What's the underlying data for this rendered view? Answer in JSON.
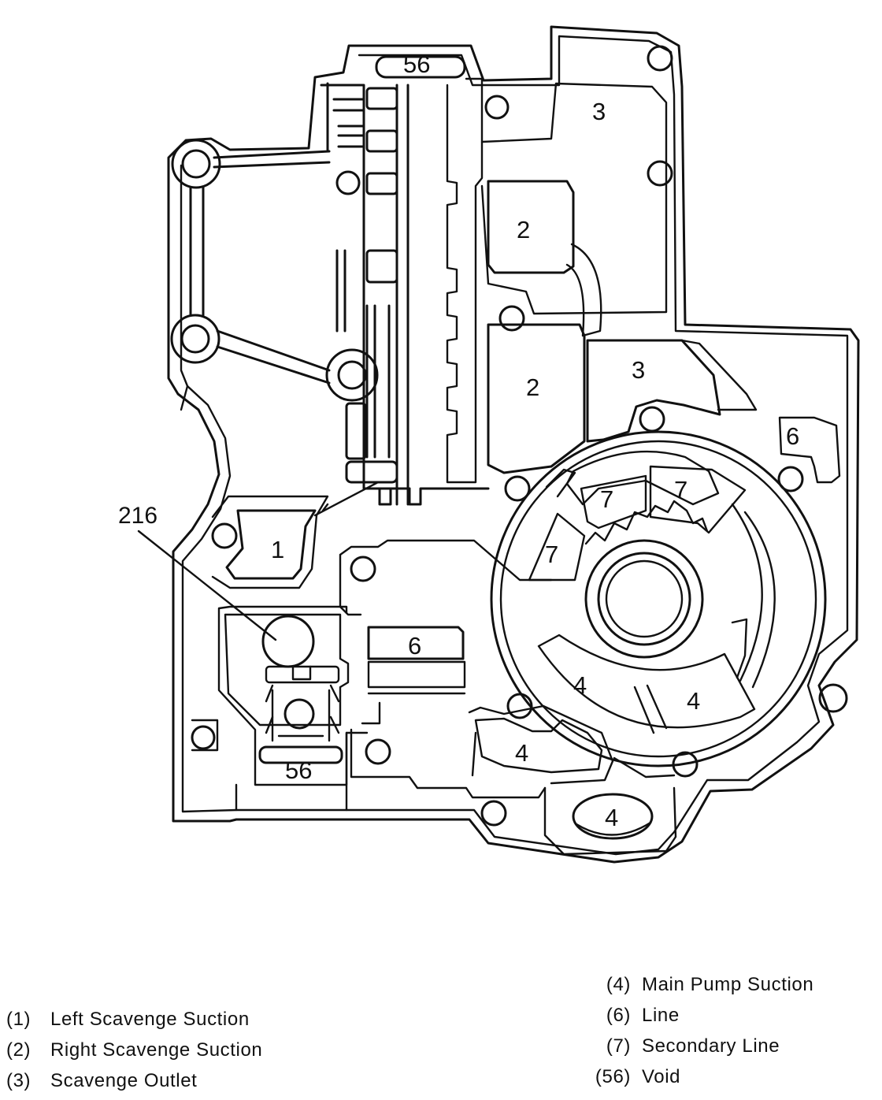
{
  "diagram": {
    "callout_216": "216",
    "labels": {
      "void_top": "56",
      "scavenge_outlet_upper": "3",
      "scavenge_outlet_lower": "3",
      "right_scavenge_upper": "2",
      "right_scavenge_lower": "2",
      "line_right": "6",
      "line_center": "6",
      "secondary_line_a": "7",
      "secondary_line_b": "7",
      "secondary_line_c": "7",
      "left_scavenge": "1",
      "main_suction_a": "4",
      "main_suction_b": "4",
      "main_suction_c": "4",
      "main_suction_d": "4",
      "void_bottom": "56"
    }
  },
  "legend": {
    "left": [
      {
        "num": "(1)",
        "text": "Left Scavenge Suction"
      },
      {
        "num": "(2)",
        "text": "Right Scavenge Suction"
      },
      {
        "num": "(3)",
        "text": "Scavenge Outlet"
      }
    ],
    "right": [
      {
        "num": "(4)",
        "text": "Main Pump Suction"
      },
      {
        "num": "(6)",
        "text": "Line"
      },
      {
        "num": "(7)",
        "text": "Secondary Line"
      },
      {
        "num": "(56)",
        "text": "Void"
      }
    ]
  }
}
